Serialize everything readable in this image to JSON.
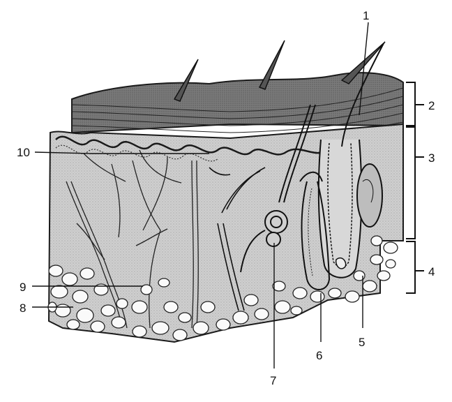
{
  "figure": {
    "labels": [
      "1",
      "2",
      "3",
      "4",
      "5",
      "6",
      "7",
      "8",
      "9",
      "10"
    ]
  },
  "colors": {
    "ink": "#1a1a1a",
    "epidermis_top": "#6e6e6e",
    "dermis": "#c9c9c9",
    "fat_cells": "#fafafa",
    "subcutis": "#bdbdbd"
  }
}
